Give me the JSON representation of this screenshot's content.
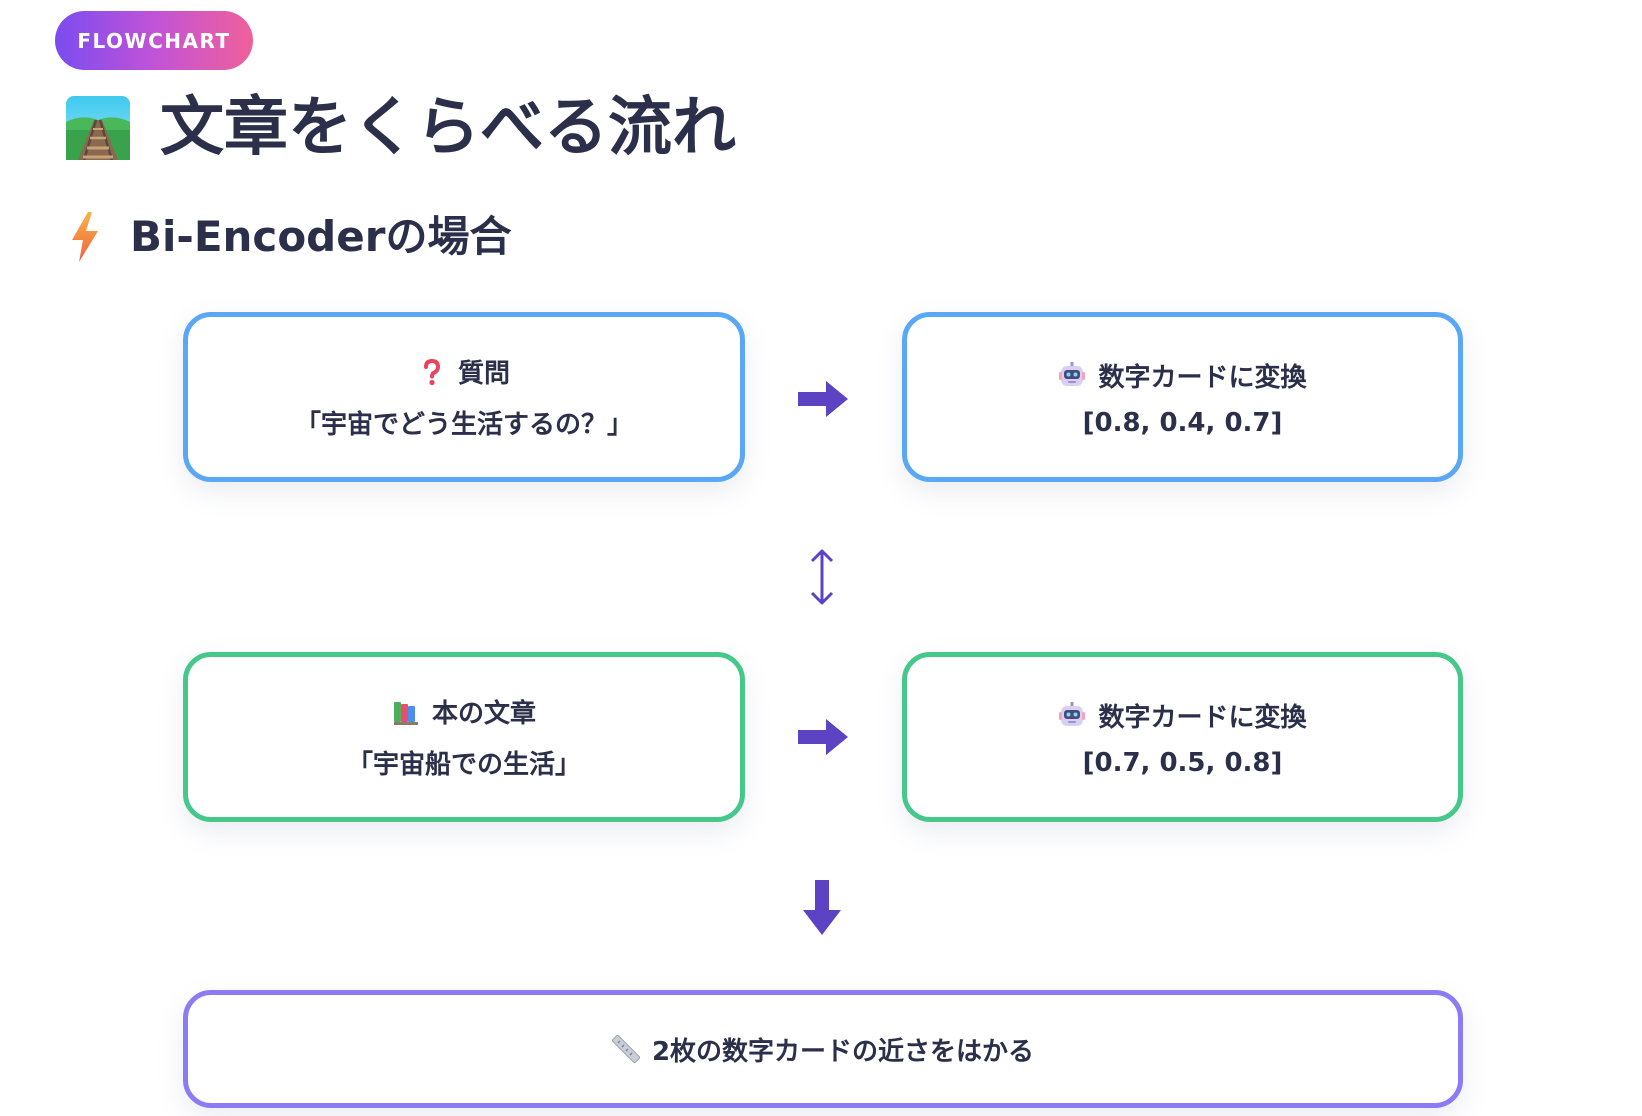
{
  "badge": "FLOWCHART",
  "title": "文章をくらべる流れ",
  "subtitle": "Bi-Encoderの場合",
  "icons": {
    "title": "railway-track-icon",
    "subtitle": "lightning-bolt-icon",
    "question": "question-mark-icon",
    "robot": "robot-icon",
    "books": "books-icon",
    "ruler": "ruler-icon",
    "right_arrow": "right-arrow-icon",
    "down_arrow": "down-arrow-icon",
    "updown_arrow": "up-down-arrow-icon"
  },
  "colors": {
    "accent": "#5b43c4",
    "query_border": "#5aa7f4",
    "document_border": "#47c78a",
    "result_border": "#8b7cf4",
    "text": "#2b2f4a"
  },
  "query": {
    "label": "質問",
    "text": "「宇宙でどう生活するの？」"
  },
  "query_vector": {
    "label": "数字カードに変換",
    "value": "[0.8, 0.4, 0.7]"
  },
  "document": {
    "label": "本の文章",
    "text": "「宇宙船での生活」"
  },
  "document_vector": {
    "label": "数字カードに変換",
    "value": "[0.7, 0.5, 0.8]"
  },
  "result": {
    "label": "2枚の数字カードの近さをはかる"
  }
}
